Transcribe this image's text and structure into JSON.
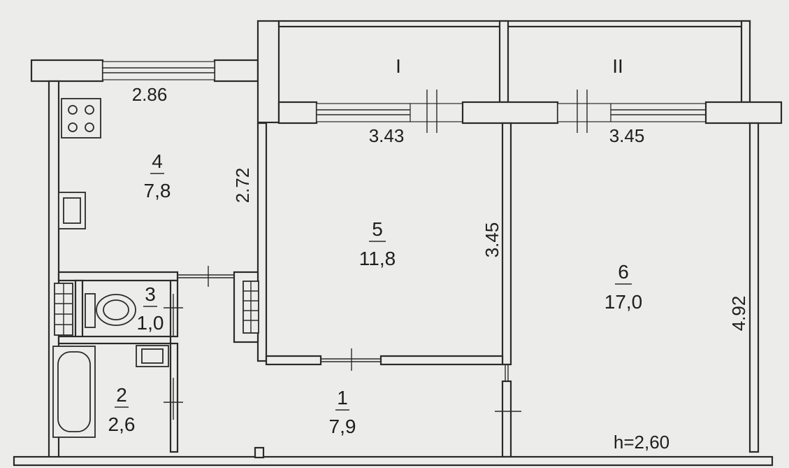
{
  "balconies": {
    "balcony_1": "I",
    "balcony_2": "II"
  },
  "rooms": {
    "kitchen": {
      "number": "4",
      "area": "7,8"
    },
    "room_5": {
      "number": "5",
      "area": "11,8"
    },
    "room_6": {
      "number": "6",
      "area": "17,0"
    },
    "wc": {
      "number": "3",
      "area": "1,0"
    },
    "bath": {
      "number": "2",
      "area": "2,6"
    },
    "hall": {
      "number": "1",
      "area": "7,9"
    }
  },
  "dimensions": {
    "kitchen_width": "2.86",
    "kitchen_depth": "2.72",
    "room5_width": "3.43",
    "room5_depth": "3.45",
    "room6_width": "3.45",
    "room6_depth": "4.92"
  },
  "ceiling_height": "h=2,60"
}
